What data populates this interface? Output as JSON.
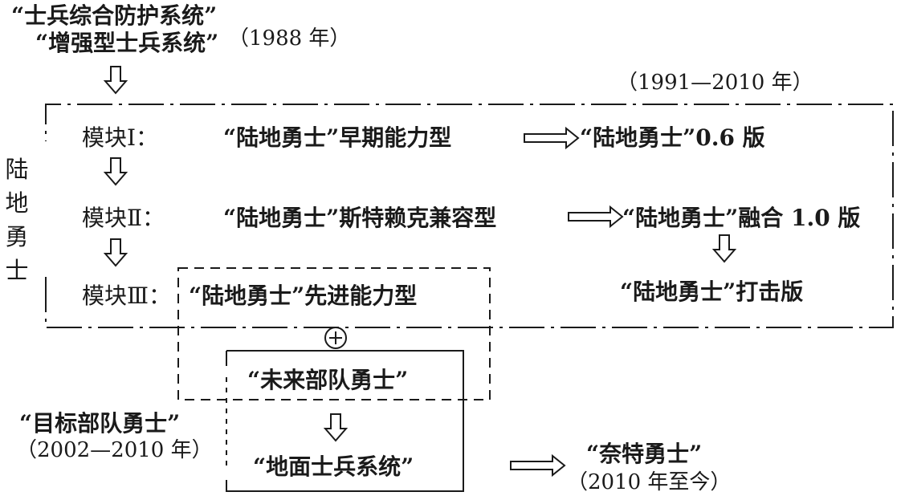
{
  "top": {
    "line1": "“士兵综合防护系统”",
    "line2": "“增强型士兵系统”",
    "year": "（1988 年）"
  },
  "land_warrior": {
    "period": "（1991—2010 年）",
    "vertical_label": "陆地勇士",
    "modules": [
      {
        "label": "模块Ⅰ：",
        "system": "“陆地勇士”早期能力型",
        "version": "“陆地勇士”0.6 版"
      },
      {
        "label": "模块Ⅱ：",
        "system": "“陆地勇士”斯特赖克兼容型",
        "version": "“陆地勇士”融合 1.0 版"
      },
      {
        "label": "模块Ⅲ：",
        "system": "“陆地勇士”先进能力型",
        "version": "“陆地勇士”打击版"
      }
    ]
  },
  "future": {
    "plus": "+",
    "future_force": "“未来部队勇士”",
    "objective_force": "“目标部队勇士”",
    "objective_period": "（2002—2010 年）",
    "ground_soldier": "“地面士兵系统”"
  },
  "nett": {
    "name": "“奈特勇士”",
    "period": "（2010 年至今）"
  }
}
